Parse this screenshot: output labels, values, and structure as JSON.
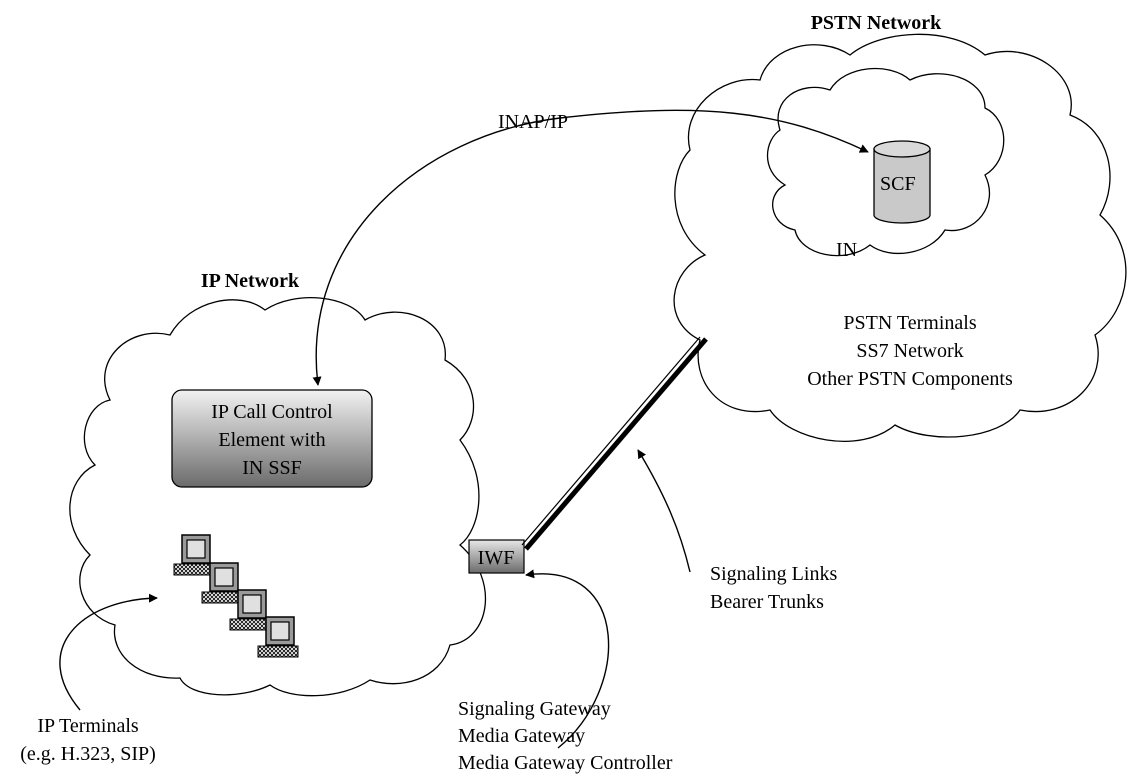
{
  "networks": {
    "pstn": {
      "title": "PSTN Network",
      "components": [
        "PSTN Terminals",
        "SS7 Network",
        "Other PSTN Components"
      ]
    },
    "in": {
      "label": "IN",
      "scf": "SCF"
    },
    "ip": {
      "title": "IP Network",
      "call_control": [
        "IP Call Control",
        "Element with",
        "IN SSF"
      ],
      "iwf": "IWF"
    }
  },
  "labels": {
    "inap": "INAP/IP",
    "links": [
      "Signaling Links",
      "Bearer Trunks"
    ],
    "gateway": [
      "Signaling Gateway",
      "Media Gateway",
      "Media Gateway Controller"
    ],
    "terminals": [
      "IP Terminals",
      "(e.g. H.323, SIP)"
    ]
  },
  "colors": {
    "call_control_top": "#f2f2f2",
    "call_control_bottom": "#6b6b6b",
    "iwf_top": "#e6e6e6",
    "iwf_bottom": "#6b6b6b",
    "scf": "#c9c9c9"
  }
}
